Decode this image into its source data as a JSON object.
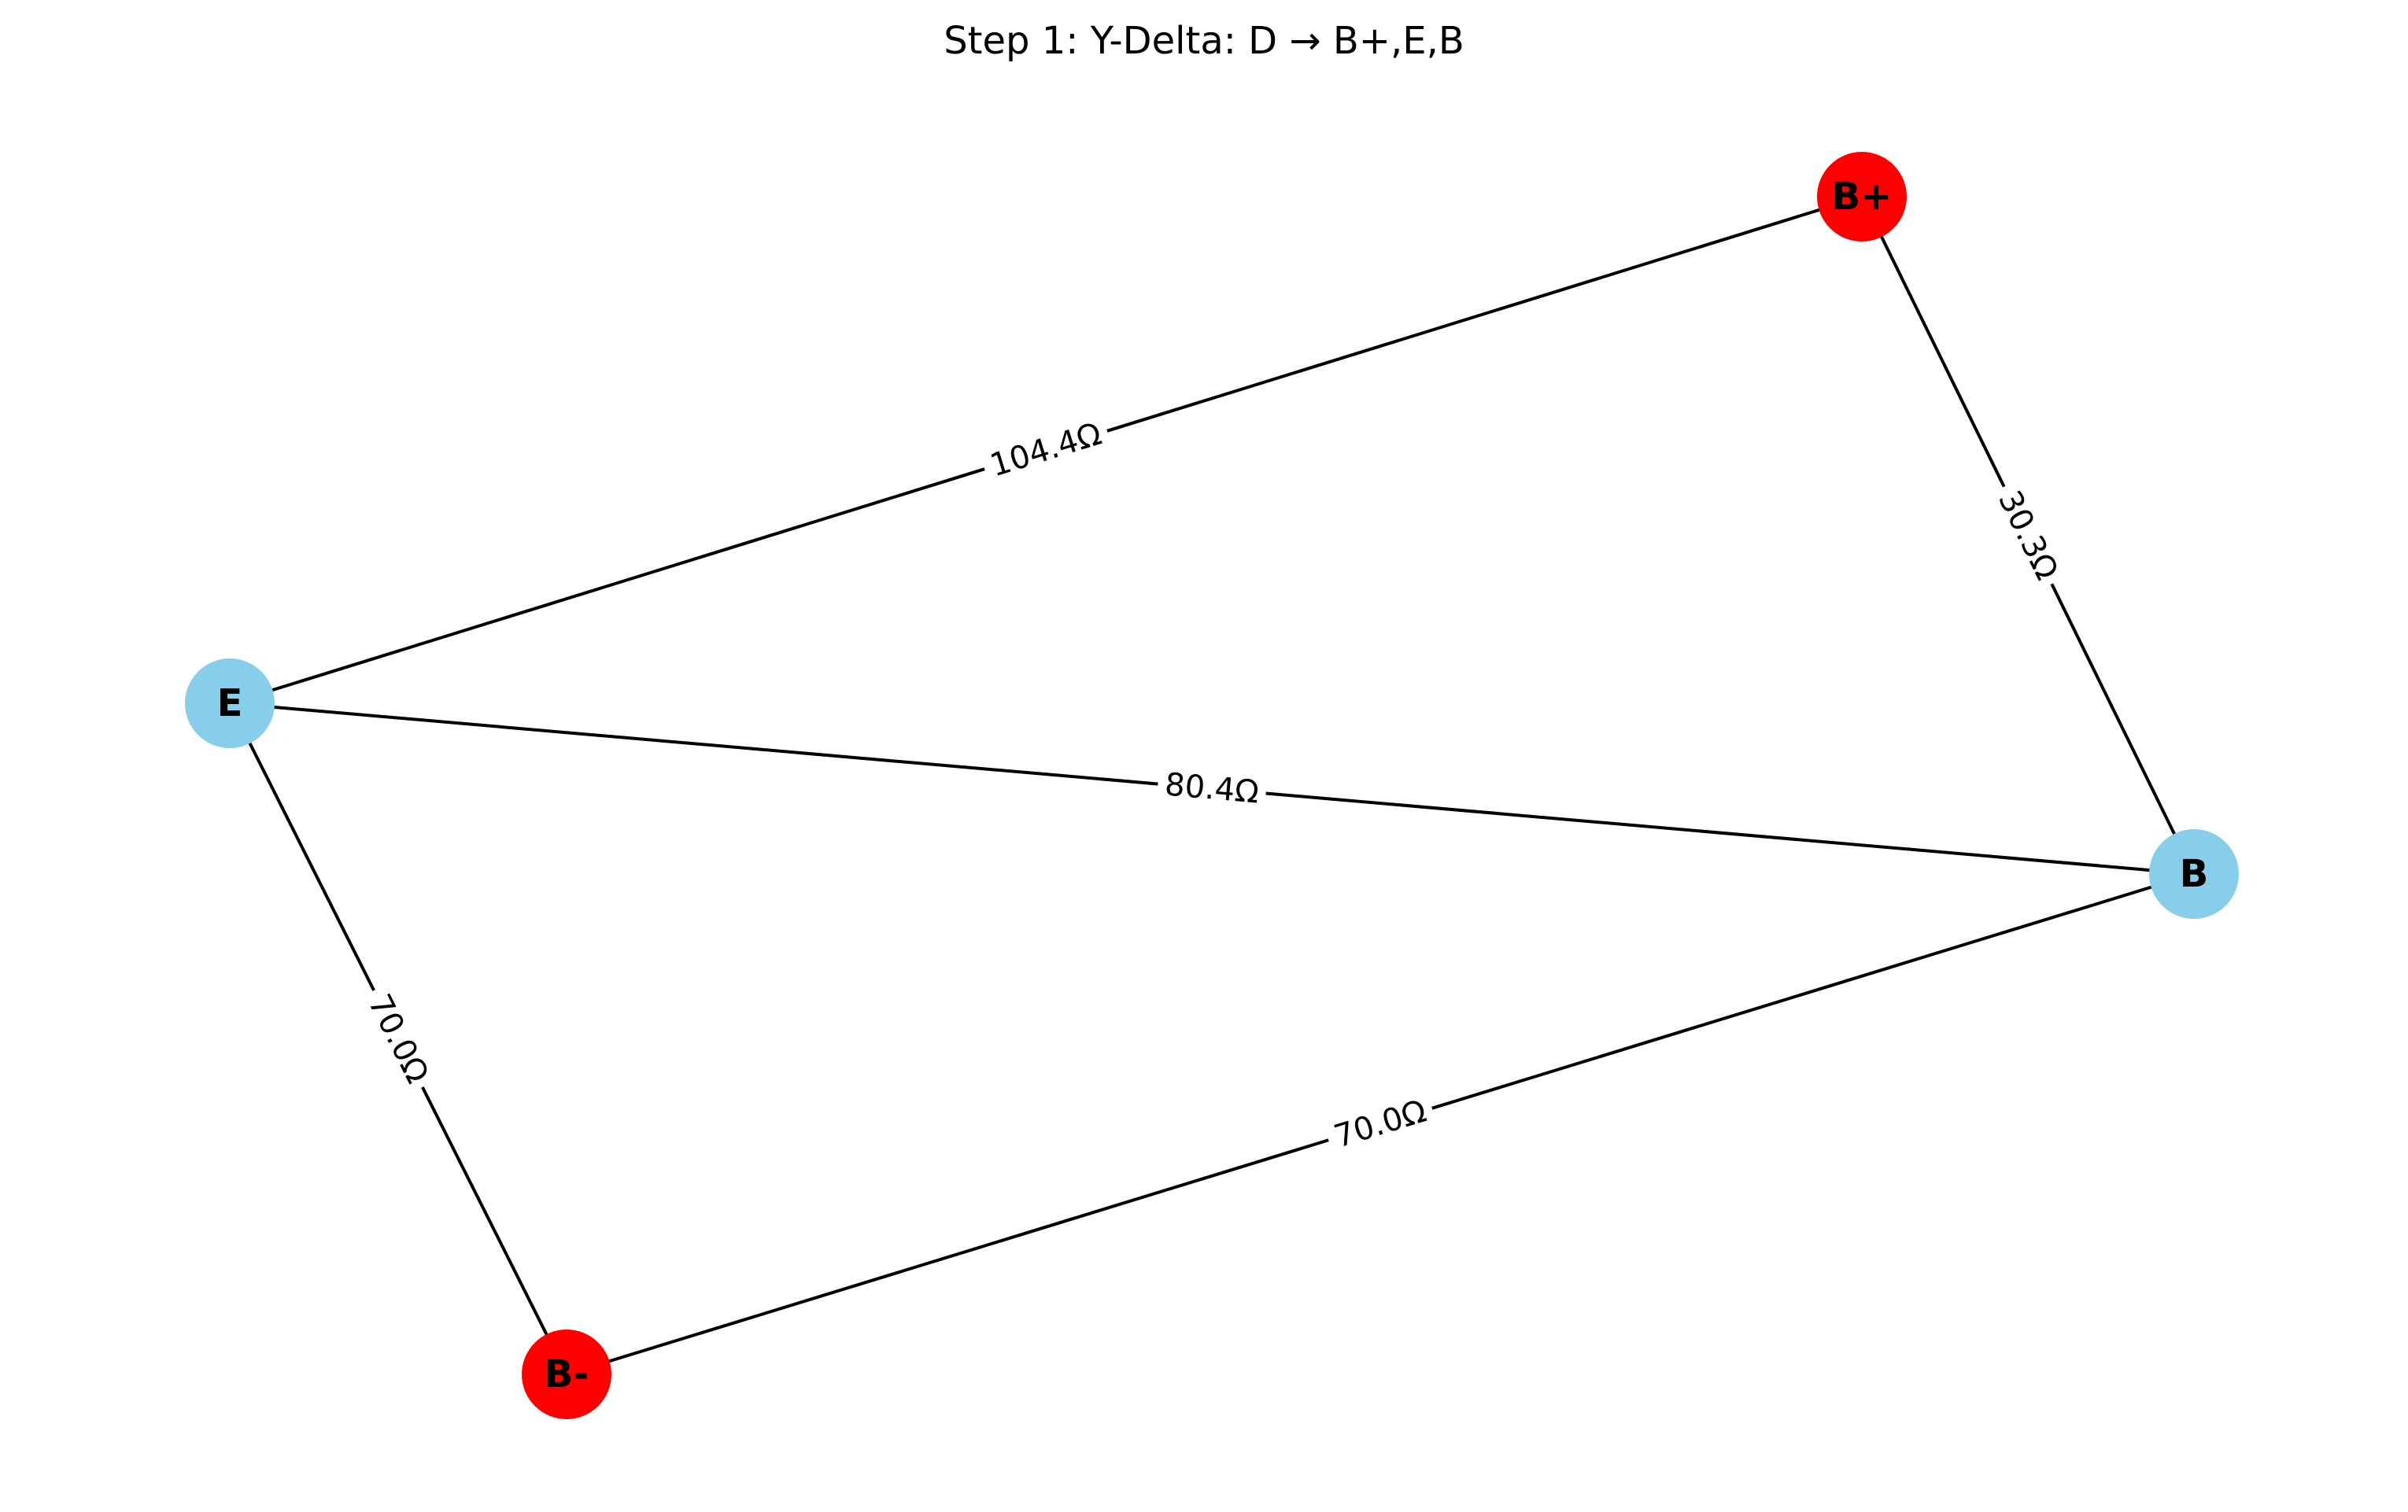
{
  "title": "Step 1: Y-Delta: D → B+,E,B",
  "diagram": {
    "nodes": [
      {
        "id": "B+",
        "label": "B+",
        "color": "#ff0000"
      },
      {
        "id": "E",
        "label": "E",
        "color": "#87ceeb"
      },
      {
        "id": "B",
        "label": "B",
        "color": "#87ceeb"
      },
      {
        "id": "B-",
        "label": "B-",
        "color": "#ff0000"
      }
    ],
    "edges": [
      {
        "source": "E",
        "target": "B+",
        "label": "104.4Ω"
      },
      {
        "source": "B+",
        "target": "B",
        "label": "30.3Ω"
      },
      {
        "source": "E",
        "target": "B",
        "label": "80.4Ω"
      },
      {
        "source": "E",
        "target": "B-",
        "label": "70.0Ω"
      },
      {
        "source": "B-",
        "target": "B",
        "label": "70.0Ω"
      }
    ],
    "edge_color": "#000000",
    "label_color": "#000000"
  }
}
